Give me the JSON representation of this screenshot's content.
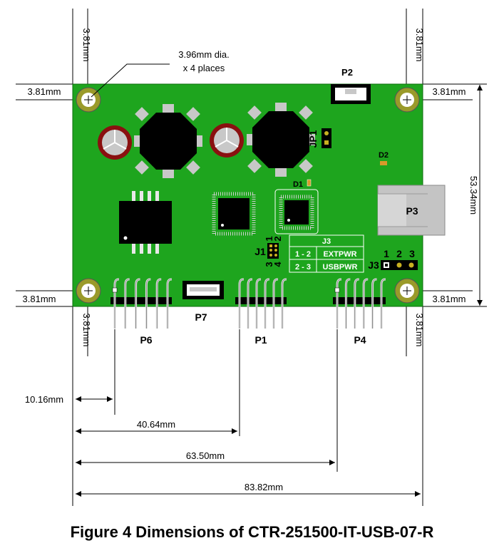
{
  "caption": "Figure 4 Dimensions of CTR-251500-IT-USB-07-R",
  "hole_note": {
    "line1": "3.96mm dia.",
    "line2": "x 4 places"
  },
  "dims": {
    "tl_vertical": "3.81mm",
    "tr_vertical": "3.81mm",
    "bl_vertical": "3.81mm",
    "br_vertical": "3.81mm",
    "tl_horizontal": "3.81mm",
    "tr_horizontal": "3.81mm",
    "bl_horizontal": "3.81mm",
    "br_horizontal": "3.81mm",
    "height": "53.34mm",
    "p6_offset": "10.16mm",
    "p1_offset": "40.64mm",
    "p4_offset": "63.50mm",
    "width": "83.82mm"
  },
  "labels": {
    "p2": "P2",
    "p3": "P3",
    "p6": "P6",
    "p7": "P7",
    "p1": "P1",
    "p4": "P4",
    "jp1": "JP1",
    "d1": "D1",
    "d2": "D2",
    "j1": "J1",
    "j3": "J3",
    "j1_pin1": "1",
    "j1_pin2": "2",
    "j1_pin3": "3",
    "j1_pin4": "4",
    "j3_pin1": "1",
    "j3_pin2": "2",
    "j3_pin3": "3"
  },
  "j3_table": {
    "title": "J3",
    "rows": [
      {
        "pins": "1 - 2",
        "mode": "EXTPWR"
      },
      {
        "pins": "2 - 3",
        "mode": "USBPWR"
      }
    ]
  },
  "colors": {
    "board": "#1ea51e",
    "pad": "#9a9a2a",
    "chip": "#000000",
    "silk": "#ffffff"
  }
}
